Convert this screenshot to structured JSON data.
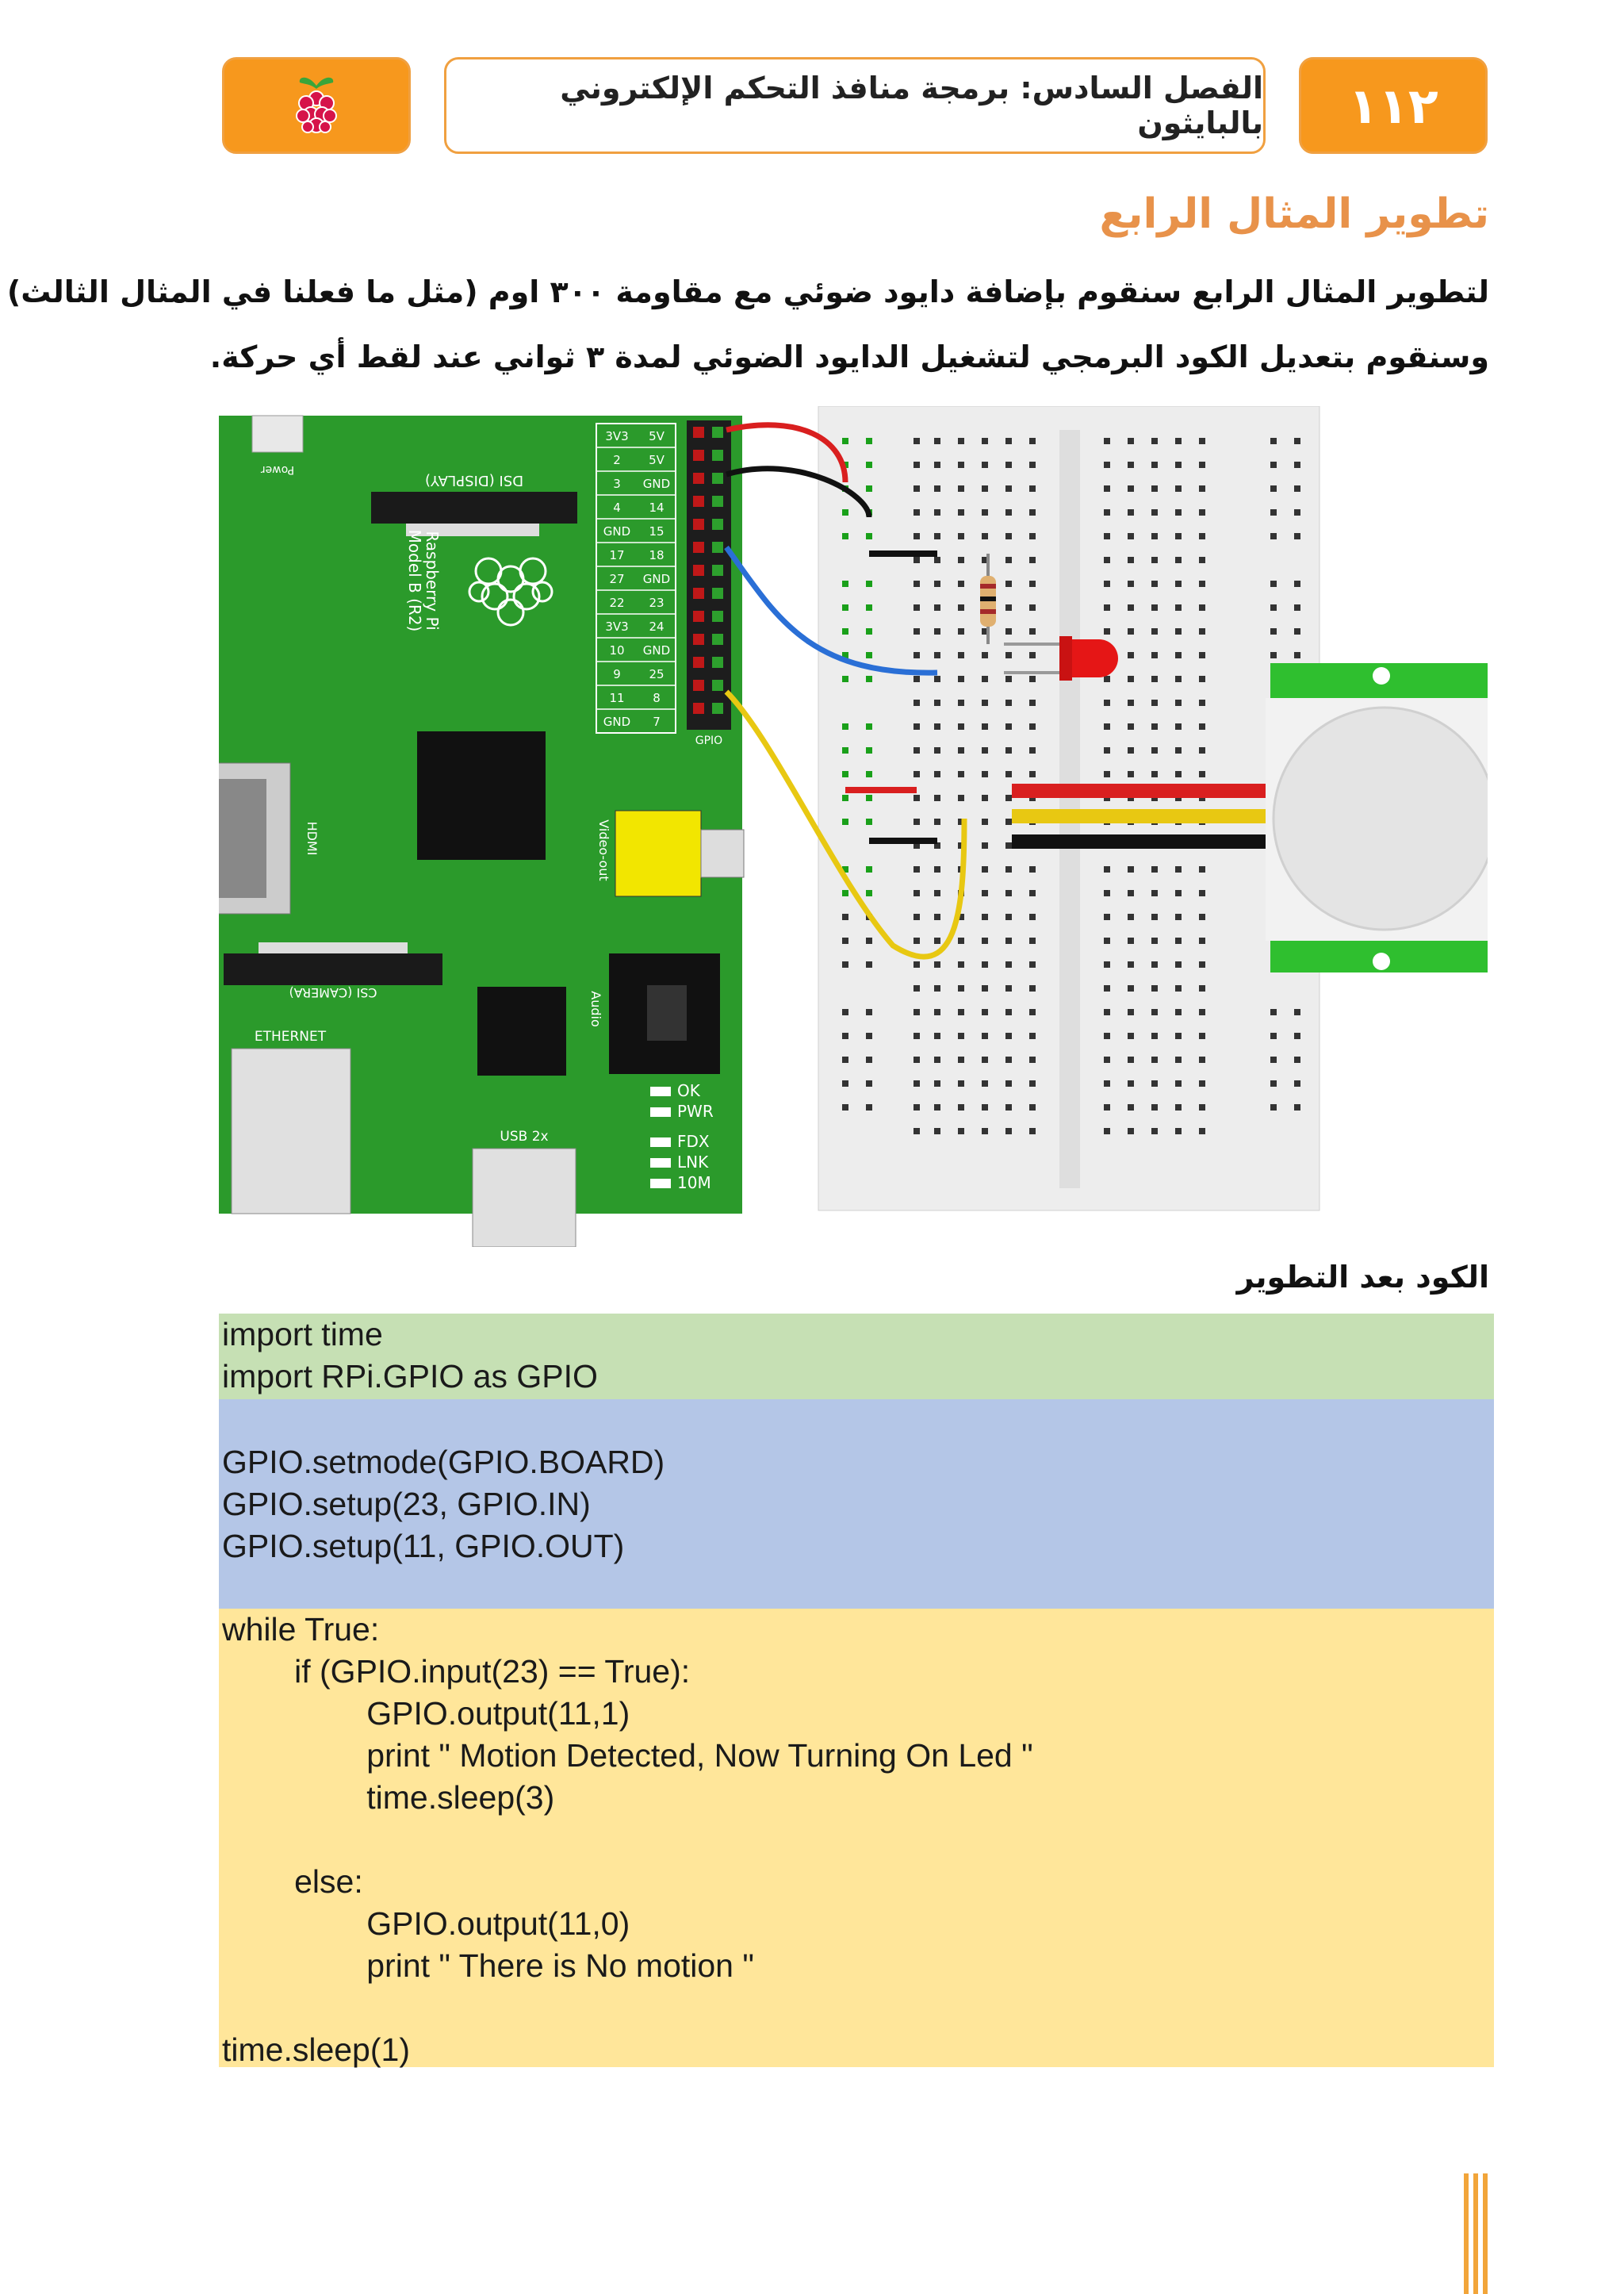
{
  "header": {
    "page_number": "١١٢",
    "chapter_title": "الفصل السادس: برمجة منافذ التحكم الإلكتروني بالبايثون",
    "logo_icon": "raspberry-pi-logo-icon",
    "accent_color": "#f7981d"
  },
  "section": {
    "heading": "تطوير المثال الرابع",
    "paragraph_line1": "لتطوير المثال الرابع سنقوم بإضافة دايود ضوئي مع مقاومة ٣٠٠ اوم (مثل ما فعلنا في المثال الثالث)",
    "paragraph_line2": "وسنقوم بتعديل الكود البرمجي لتشغيل الدايود الضوئي لمدة ٣ ثواني عند لقط أي حركة."
  },
  "diagram": {
    "board_labels": {
      "power": "Power",
      "dsi": "DSI (DISPLAY)",
      "brand": "Raspberry Pi",
      "model": "Model B (R2)",
      "hdmi": "HDMI",
      "video": "Video-out",
      "csi": "CSI (CAMERA)",
      "audio": "Audio",
      "ethernet": "ETHERNET",
      "usb": "USB 2x",
      "gpio": "GPIO",
      "leds": [
        "OK",
        "PWR",
        "FDX",
        "LNK",
        "10M"
      ]
    },
    "pin_labels": [
      [
        "3V3",
        "5V"
      ],
      [
        "2",
        "5V"
      ],
      [
        "3",
        "GND"
      ],
      [
        "4",
        "14"
      ],
      [
        "GND",
        "15"
      ],
      [
        "17",
        "18"
      ],
      [
        "27",
        "GND"
      ],
      [
        "22",
        "23"
      ],
      [
        "3V3",
        "24"
      ],
      [
        "10",
        "GND"
      ],
      [
        "9",
        "25"
      ],
      [
        "11",
        "8"
      ],
      [
        "GND",
        "7"
      ]
    ],
    "wire_colors": {
      "red": "#d91f1f",
      "black": "#111111",
      "blue": "#2a6fd6",
      "yellow": "#e8c812"
    },
    "board_color": "#2b9a2b",
    "led_color": "#e51616",
    "sensor_color": "#2fbf2f"
  },
  "code_section": {
    "label": "الكود بعد التطوير",
    "block1": [
      "import time",
      "import RPi.GPIO as GPIO"
    ],
    "block2": [
      "",
      "GPIO.setmode(GPIO.BOARD)",
      "GPIO.setup(23, GPIO.IN)",
      "GPIO.setup(11, GPIO.OUT)",
      ""
    ],
    "block3": [
      "while True:",
      "        if (GPIO.input(23) == True):",
      "                GPIO.output(11,1)",
      "                print \" Motion Detected, Now Turning On Led \"",
      "                time.sleep(3)",
      "",
      "        else:",
      "                GPIO.output(11,0)",
      "                print \" There is No motion \"",
      "",
      "time.sleep(1)"
    ]
  }
}
